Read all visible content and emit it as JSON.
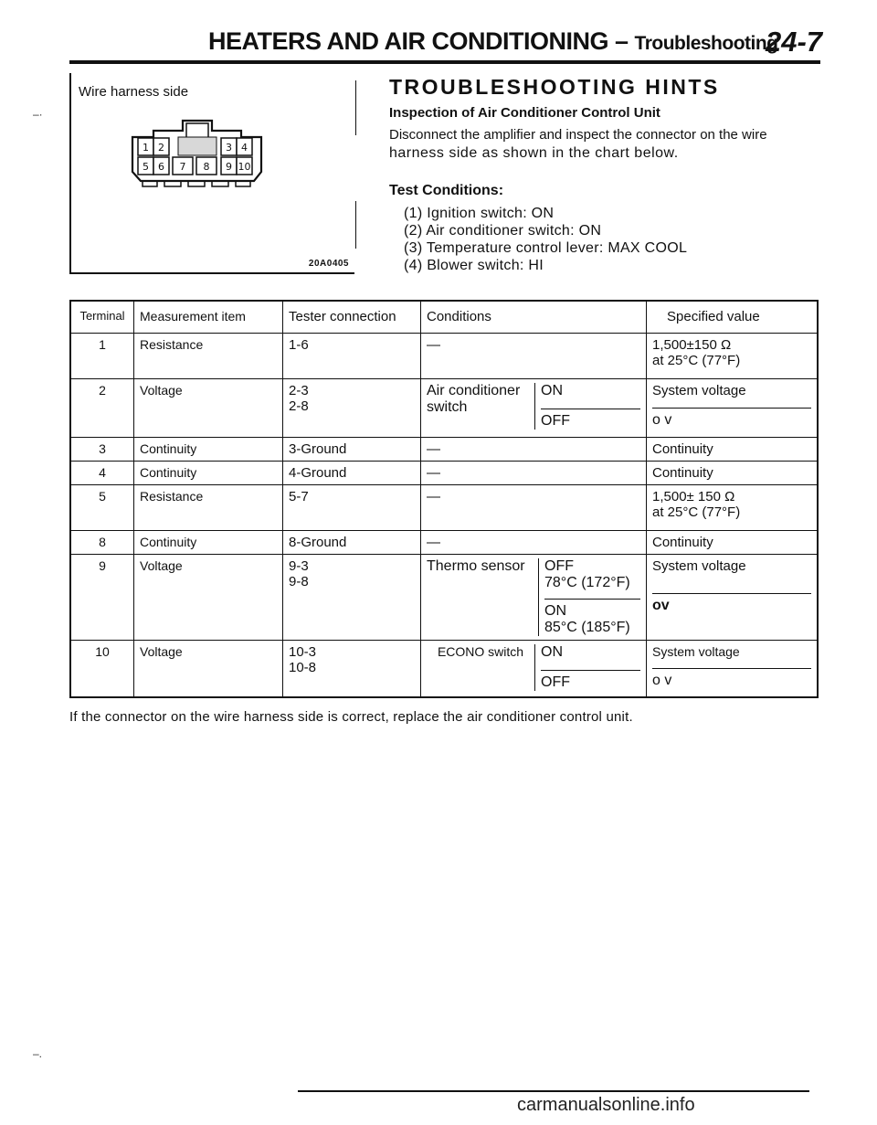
{
  "header": {
    "title": "HEATERS AND AIR CONDITIONING",
    "dash": " – ",
    "subtitle": "Troubleshooting",
    "page_number": "24-7"
  },
  "figure": {
    "caption": "Wire harness side",
    "code": "20A0405",
    "pins_top": [
      "1",
      "2",
      "3",
      "4"
    ],
    "pins_bottom": [
      "5",
      "6",
      "7",
      "8",
      "9",
      "10"
    ]
  },
  "hints": {
    "title": "TROUBLESHOOTING HINTS",
    "subtitle": "Inspection of Air Conditioner Control Unit",
    "body_line1": "Disconnect the amplifier and inspect the connector on the wire",
    "body_line2": "harness side as shown in the chart below.",
    "test_conditions_heading": "Test Conditions:",
    "conditions": [
      "(1) Ignition switch: ON",
      "(2) Air conditioner switch: ON",
      "(3) Temperature control lever: MAX COOL",
      "(4) Blower switch: HI"
    ]
  },
  "table": {
    "headers": [
      "Terminal",
      "Measurement item",
      "Tester connection",
      "Conditions",
      "Specified value"
    ],
    "rows": [
      {
        "terminal": "1",
        "item": "Resistance",
        "tester": "1-6",
        "condition": "—",
        "spec1": "1,500±150 Ω",
        "spec2": "at 25°C (77°F)"
      },
      {
        "terminal": "2",
        "item": "Voltage",
        "tester1": "2-3",
        "tester2": "2-8",
        "cond_label": "Air conditioner switch",
        "state1": "ON",
        "state2": "OFF",
        "spec1": "System voltage",
        "spec2": "o v"
      },
      {
        "terminal": "3",
        "item": "Continuity",
        "tester": "3-Ground",
        "condition": "—",
        "spec": "Continuity"
      },
      {
        "terminal": "4",
        "item": "Continuity",
        "tester": "4-Ground",
        "condition": "—",
        "spec": "Continuity"
      },
      {
        "terminal": "5",
        "item": "Resistance",
        "tester": "5-7",
        "condition": "—",
        "spec1": "1,500± 150 Ω",
        "spec2": "at 25°C (77°F)"
      },
      {
        "terminal": "8",
        "item": "Continuity",
        "tester": "8-Ground",
        "condition": "—",
        "spec": "Continuity"
      },
      {
        "terminal": "9",
        "item": "Voltage",
        "tester1": "9-3",
        "tester2": "9-8",
        "cond_label": "Thermo sensor",
        "state1a": "OFF",
        "state1b": "78°C (172°F)",
        "state2a": "ON",
        "state2b": "85°C (185°F)",
        "spec1": "System voltage",
        "spec2": "ov"
      },
      {
        "terminal": "10",
        "item": "Voltage",
        "tester1": "10-3",
        "tester2": "10-8",
        "cond_label": "ECONO switch",
        "state1": "ON",
        "state2": "OFF",
        "spec1": "System voltage",
        "spec2": "o v"
      }
    ]
  },
  "footnote": "If the connector on the wire harness side is correct, replace the air conditioner control unit.",
  "watermark": "carmanualsonline.info"
}
